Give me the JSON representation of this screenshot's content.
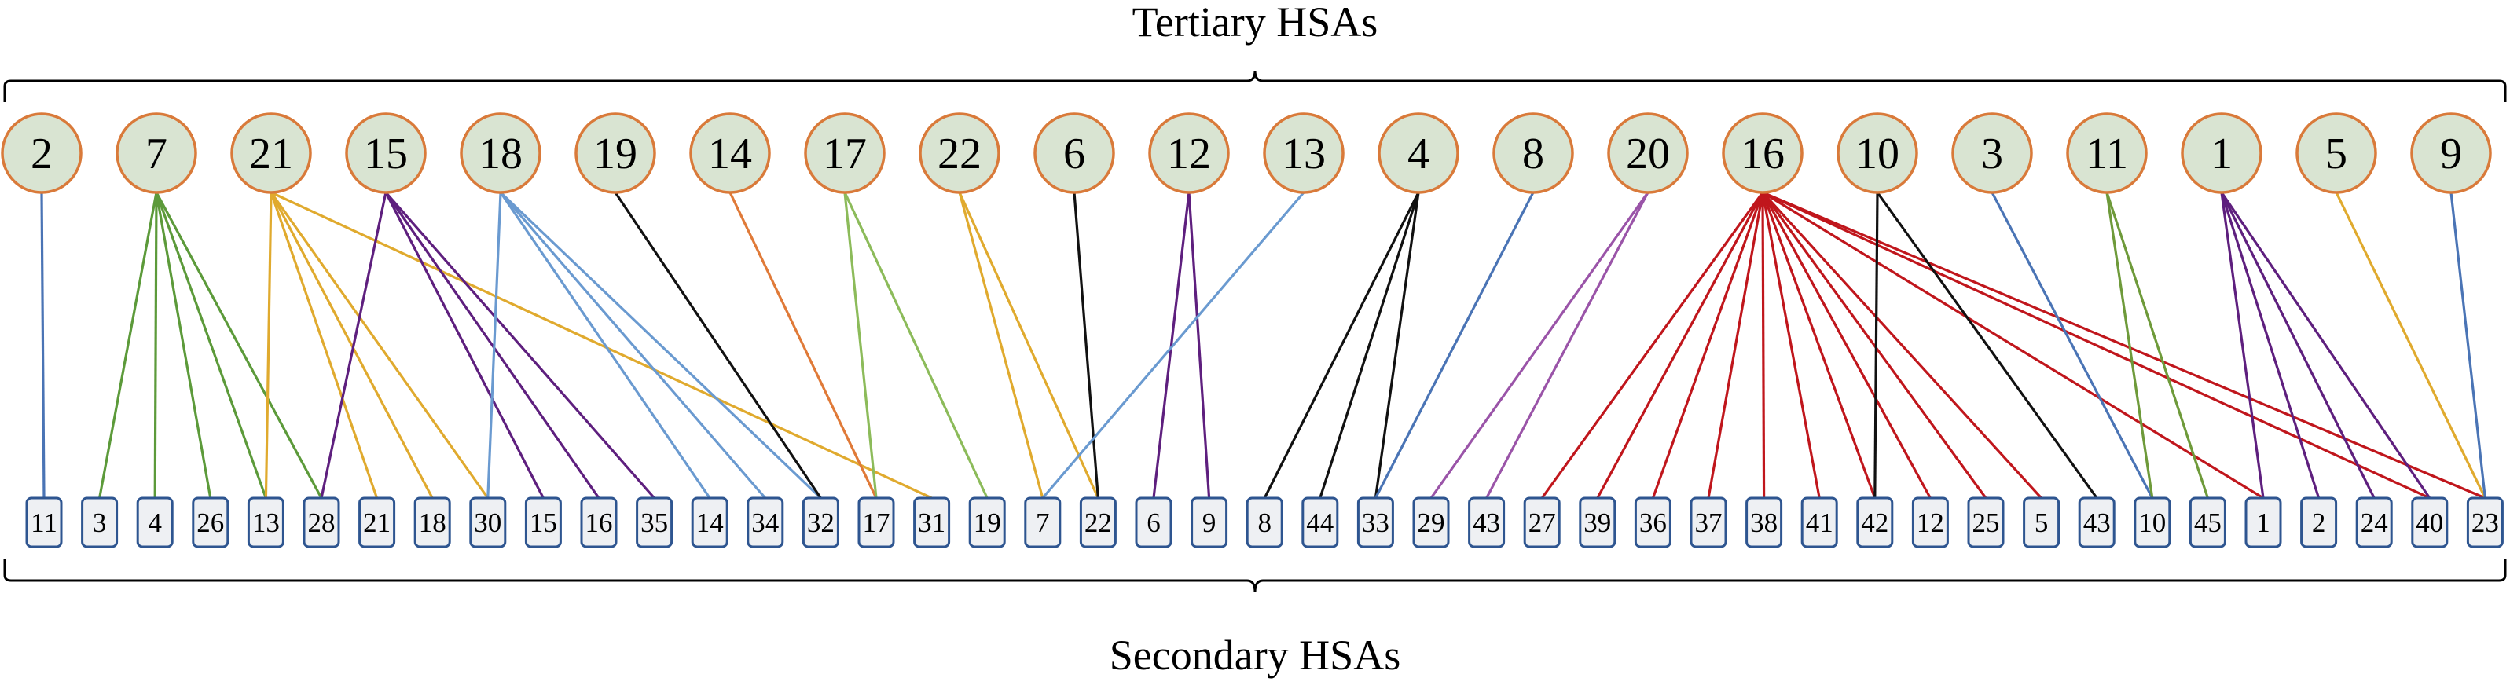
{
  "titles": {
    "top": "Tertiary HSAs",
    "bottom": "Secondary HSAs"
  },
  "colors": {
    "tertiary_fill": "#d9e4d2",
    "tertiary_stroke": "#d97a3a",
    "secondary_fill": "#eef0f3",
    "secondary_stroke": "#2e5590",
    "blue": "#4a74b5",
    "green": "#5c9a3a",
    "yellow": "#e0aa2e",
    "purple": "#5e1f7e",
    "lightblue": "#6a9ad0",
    "black": "#111111",
    "orange": "#e07a38",
    "lightgreen": "#8cbb5a",
    "mauve": "#9a54a8",
    "red": "#c0161c",
    "darkgreen": "#6e9a3a"
  },
  "tertiary": [
    "2",
    "7",
    "21",
    "15",
    "18",
    "19",
    "14",
    "17",
    "22",
    "6",
    "12",
    "13",
    "4",
    "8",
    "20",
    "16",
    "10",
    "3",
    "11",
    "1",
    "5",
    "9"
  ],
  "secondary": [
    "11",
    "3",
    "4",
    "26",
    "13",
    "28",
    "21",
    "18",
    "30",
    "15",
    "16",
    "35",
    "14",
    "34",
    "32",
    "17",
    "31",
    "19",
    "7",
    "22",
    "6",
    "9",
    "8",
    "44",
    "33",
    "29",
    "43",
    "27",
    "39",
    "36",
    "37",
    "38",
    "41",
    "42",
    "12",
    "25",
    "5",
    "43",
    "10",
    "45",
    "1",
    "2",
    "24",
    "40",
    "23"
  ],
  "edges": [
    {
      "from": 0,
      "to": [
        0
      ],
      "color": "blue"
    },
    {
      "from": 1,
      "to": [
        1,
        2,
        3,
        4,
        5
      ],
      "color": "green"
    },
    {
      "from": 2,
      "to": [
        4,
        6,
        7,
        8,
        16
      ],
      "color": "yellow"
    },
    {
      "from": 3,
      "to": [
        5,
        9,
        10,
        11
      ],
      "color": "purple"
    },
    {
      "from": 4,
      "to": [
        8,
        12,
        13,
        14
      ],
      "color": "lightblue"
    },
    {
      "from": 5,
      "to": [
        14
      ],
      "color": "black"
    },
    {
      "from": 6,
      "to": [
        15
      ],
      "color": "orange"
    },
    {
      "from": 7,
      "to": [
        15,
        17
      ],
      "color": "lightgreen"
    },
    {
      "from": 8,
      "to": [
        18,
        19
      ],
      "color": "yellow"
    },
    {
      "from": 9,
      "to": [
        19
      ],
      "color": "black"
    },
    {
      "from": 10,
      "to": [
        20,
        21
      ],
      "color": "purple"
    },
    {
      "from": 11,
      "to": [
        18
      ],
      "color": "lightblue"
    },
    {
      "from": 12,
      "to": [
        22,
        23,
        24
      ],
      "color": "black"
    },
    {
      "from": 13,
      "to": [
        24
      ],
      "color": "blue"
    },
    {
      "from": 14,
      "to": [
        25,
        26
      ],
      "color": "mauve"
    },
    {
      "from": 15,
      "to": [
        27,
        28,
        29,
        30,
        31,
        32,
        33,
        34,
        35,
        36,
        40,
        43,
        44
      ],
      "color": "red"
    },
    {
      "from": 16,
      "to": [
        33,
        37
      ],
      "color": "black"
    },
    {
      "from": 17,
      "to": [
        38
      ],
      "color": "blue"
    },
    {
      "from": 18,
      "to": [
        38,
        39
      ],
      "color": "darkgreen"
    },
    {
      "from": 19,
      "to": [
        40,
        41,
        42,
        43
      ],
      "color": "purple"
    },
    {
      "from": 20,
      "to": [
        44
      ],
      "color": "yellow"
    },
    {
      "from": 21,
      "to": [
        44
      ],
      "color": "blue"
    }
  ]
}
